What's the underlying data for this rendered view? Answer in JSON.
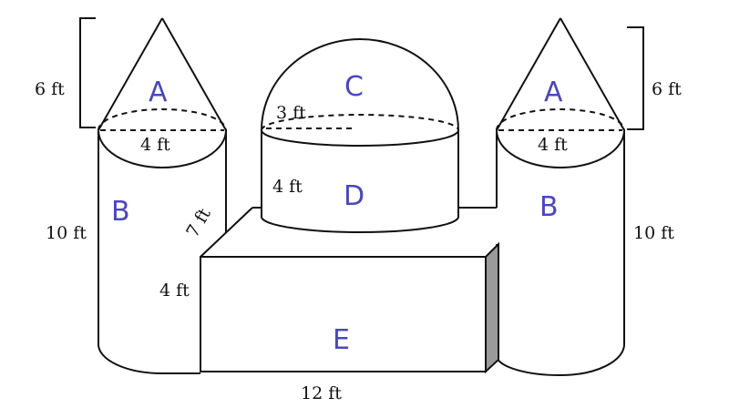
{
  "labels": {
    "cone_left": "A",
    "cone_right": "A",
    "cylinder_left": "B",
    "cylinder_right": "B",
    "dome": "C",
    "drum": "D",
    "box": "E"
  },
  "dimensions": {
    "cone_left_height": "6 ft",
    "cone_right_height": "6 ft",
    "cone_left_diameter": "4 ft",
    "cone_right_diameter": "4 ft",
    "cylinder_left_height": "10 ft",
    "cylinder_right_height": "10 ft",
    "dome_radius": "3 ft",
    "drum_height": "4 ft",
    "box_depth": "7 ft",
    "box_height": "4 ft",
    "box_length": "12 ft"
  },
  "colors": {
    "outline": "#111111",
    "handwriting": "#4a48b8",
    "box_side_shade": "#9a9a9a"
  }
}
